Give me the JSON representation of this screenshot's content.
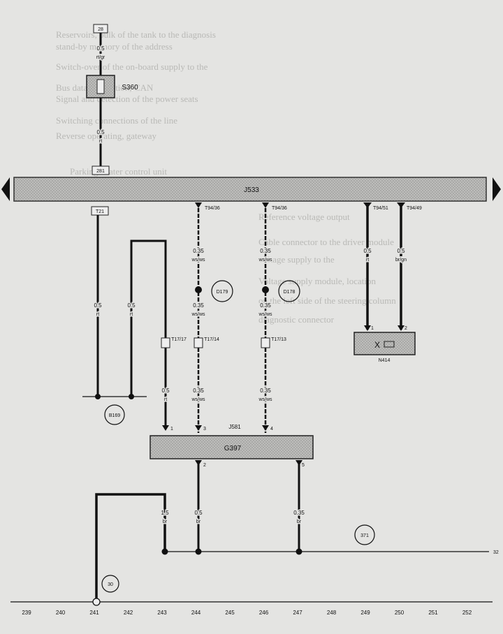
{
  "components": {
    "bus_bar_label": "J533",
    "fuse_label": "S360",
    "fuse_top_terminal": "28",
    "fuse_bottom_terminal": "281",
    "relay_label": "X",
    "relay_code": "N414",
    "gateway_label": "G397",
    "gateway_code": "J581"
  },
  "terminals": {
    "t_left": "T21",
    "t_d1": "T94/36",
    "t_d2": "T94/36",
    "t_r1": "T94/51",
    "t_r2": "T94/49"
  },
  "wires": {
    "w_top1": "0.5",
    "c_top1": "rt/gr",
    "w_top2": "0.5",
    "c_top2": "rt",
    "w_left1": "0.5",
    "c_left1": "rt",
    "w_left2": "0.5",
    "c_left2": "rt",
    "w_d1_up": "0.35",
    "c_d1_up": "ws/ws",
    "w_d1_low": "0.35",
    "c_d1_low": "ws/ws",
    "w_d1_bot": "0.35",
    "c_d1_bot": "ws/ws",
    "w_d2_up": "0.35",
    "c_d2_up": "ws/ws",
    "w_d2_low": "0.35",
    "c_d2_low": "ws/ws",
    "w_d2_bot": "0.35",
    "c_d2_bot": "ws/ws",
    "w_feed": "0.5",
    "c_feed": "rt",
    "w_r1": "0.5",
    "c_r1": "rt",
    "w_r2": "0.5",
    "c_r2": "br/gn",
    "w_g1": "1.5",
    "c_g1": "br",
    "w_g2": "0.5",
    "c_g2": "br",
    "w_g3": "0.35",
    "c_g3": "br"
  },
  "connectors": {
    "k1": "T17/17",
    "k2": "T17/14",
    "k3": "T17/13"
  },
  "pins": {
    "p_g1": "1",
    "p_g2": "3",
    "p_g3": "4",
    "p_gb1": "2",
    "p_gb2": "5",
    "p_r1": "1",
    "p_r2": "2"
  },
  "nodes": {
    "n_d1": "D179",
    "n_d2": "D178",
    "n_left": "B169",
    "n_right": "371",
    "n_ground": "30"
  },
  "scale": [
    "239",
    "240",
    "241",
    "242",
    "243",
    "244",
    "245",
    "246",
    "247",
    "248",
    "249",
    "250",
    "251",
    "252"
  ],
  "edge_mark": "32",
  "ghost_lines": [
    "Reservoirs, bulk of the tank to the diagnosis",
    "stand-by memory of the address",
    "Switch-over of the on-board supply to the",
    "Bus data connection, CAN",
    "Signal and detection of the power seats",
    "Switching connections of the line",
    "Reverse operating, gateway",
    "Parking heater control unit",
    "Reference voltage output",
    "Cable connector to the driver module",
    "voltage supply to the",
    "Voltage supply module, location",
    "on the left side of the steering column",
    "diagnostic connector"
  ]
}
